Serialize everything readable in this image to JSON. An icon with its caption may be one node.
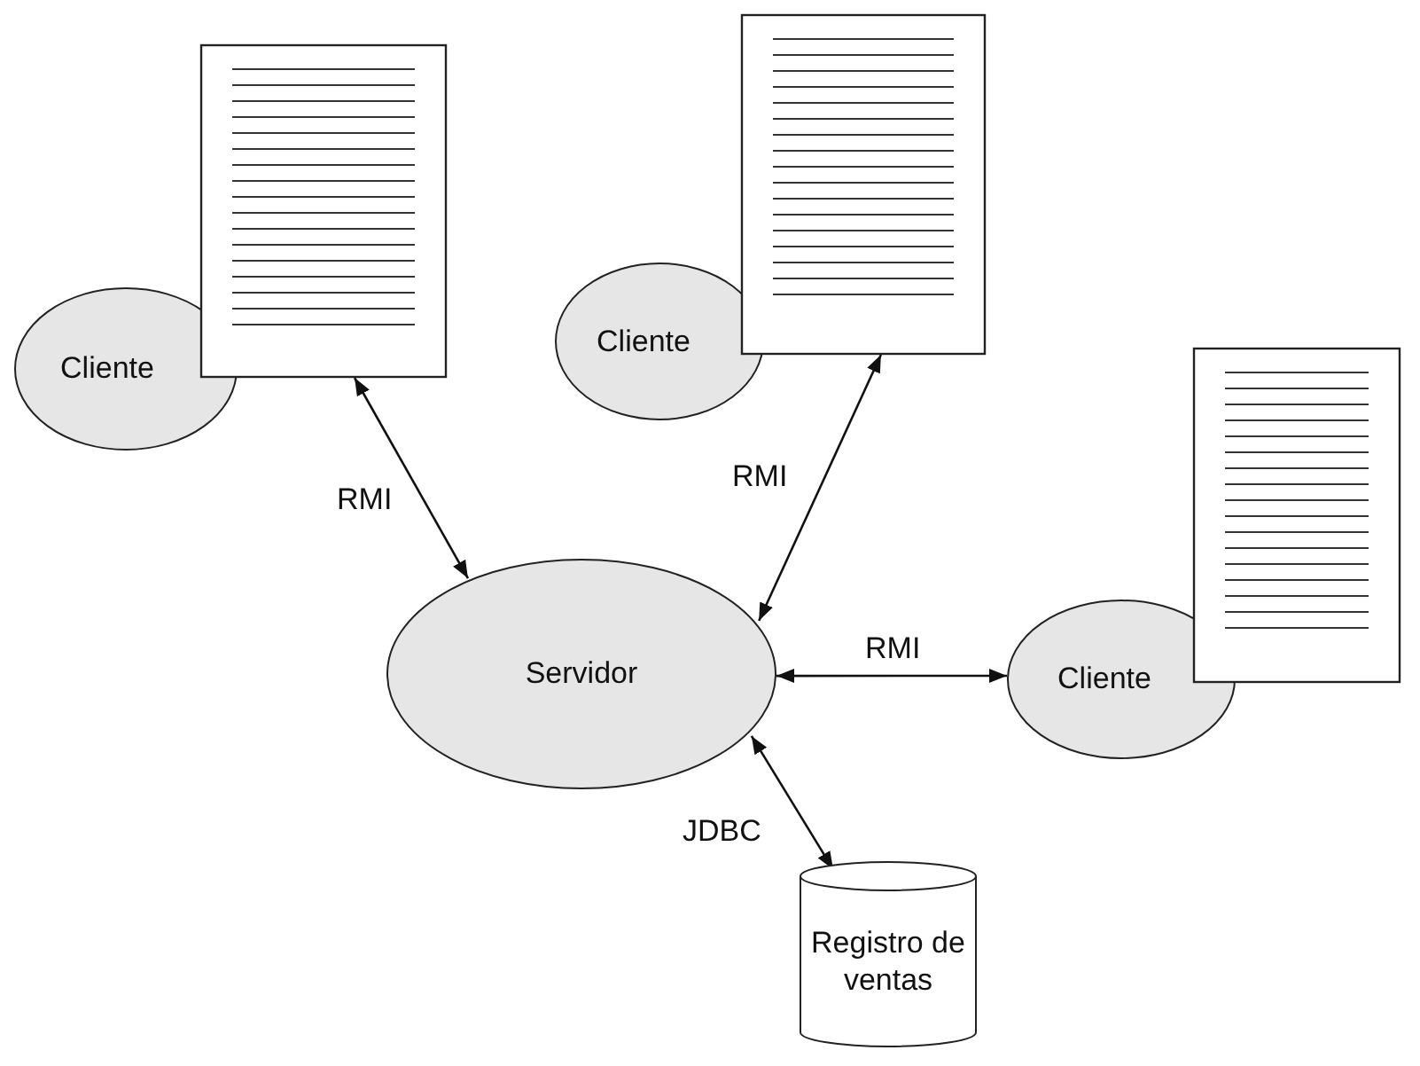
{
  "diagram": {
    "nodes": [
      {
        "text": [
          "Cliente"
        ]
      },
      {
        "text": [],
        "shape": "picture"
      },
      {
        "text": [
          "Cliente"
        ]
      },
      {
        "text": [],
        "shape": "picture"
      },
      {
        "text": [],
        "shape": "picture"
      },
      {
        "text": [
          "Servidor"
        ]
      },
      {
        "text": [
          "Cliente"
        ]
      },
      {
        "text": [
          "Registro de ventas"
        ]
      }
    ],
    "edges": [
      {
        "from": 1,
        "to": 5,
        "arrow": "both",
        "label": "RMI"
      },
      {
        "from": 3,
        "to": 5,
        "arrow": "both",
        "label": "RMI"
      },
      {
        "from": 5,
        "to": 6,
        "arrow": "both",
        "label": "RMI"
      },
      {
        "from": 5,
        "to": 7,
        "arrow": "both",
        "label": "JDBC"
      }
    ]
  }
}
